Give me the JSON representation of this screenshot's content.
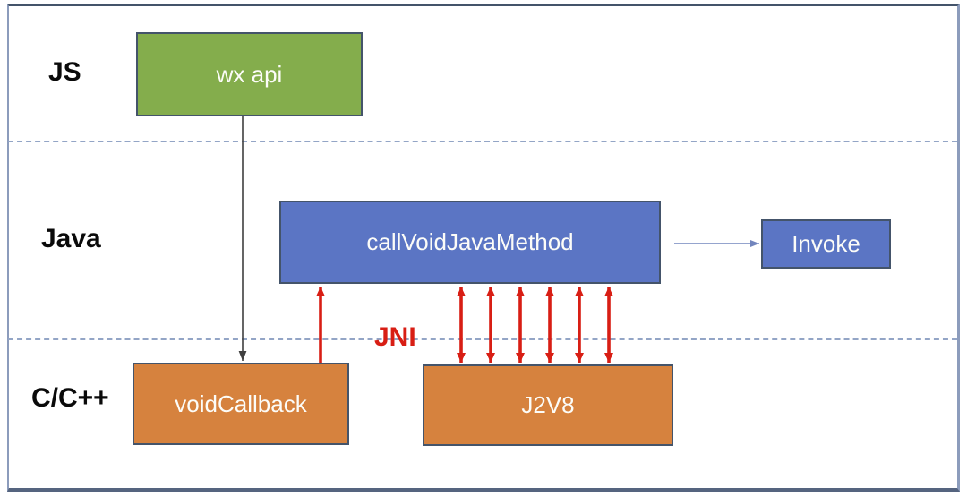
{
  "layers": [
    {
      "label": "JS"
    },
    {
      "label": "Java"
    },
    {
      "label": "C/C++"
    }
  ],
  "nodes": {
    "wx_api": {
      "label": "wx api",
      "layer": "JS",
      "fill": "#84AD4C"
    },
    "call_void_java_method": {
      "label": "callVoidJavaMethod",
      "layer": "Java",
      "fill": "#5B75C4"
    },
    "invoke": {
      "label": "Invoke",
      "layer": "Java",
      "fill": "#5B75C4"
    },
    "void_callback": {
      "label": "voidCallback",
      "layer": "C/C++",
      "fill": "#D6823E"
    },
    "j2v8": {
      "label": "J2V8",
      "layer": "C/C++",
      "fill": "#D6823E"
    }
  },
  "annotations": {
    "jni_label": "JNI",
    "jni_color": "#D81E14"
  },
  "edges": [
    {
      "from": "wx api",
      "to": "voidCallback",
      "color": "#3F3F3F",
      "style": "thin-solid",
      "arrowheads": "end",
      "count": 1
    },
    {
      "from": "voidCallback",
      "to": "callVoidJavaMethod",
      "color": "#D81E14",
      "style": "thick-solid",
      "arrowheads": "end",
      "count": 1
    },
    {
      "from": "callVoidJavaMethod",
      "to": "J2V8",
      "color": "#D81E14",
      "style": "thick-solid",
      "arrowheads": "both",
      "count": 6
    },
    {
      "from": "callVoidJavaMethod",
      "to": "Invoke",
      "color": "#7285BD",
      "style": "thin-solid",
      "arrowheads": "end",
      "count": 1
    }
  ],
  "colors": {
    "frame_border": "#44546A",
    "box_border": "#44546A",
    "divider_dashed": "#93A5C6",
    "background": "#FFFFFF"
  }
}
